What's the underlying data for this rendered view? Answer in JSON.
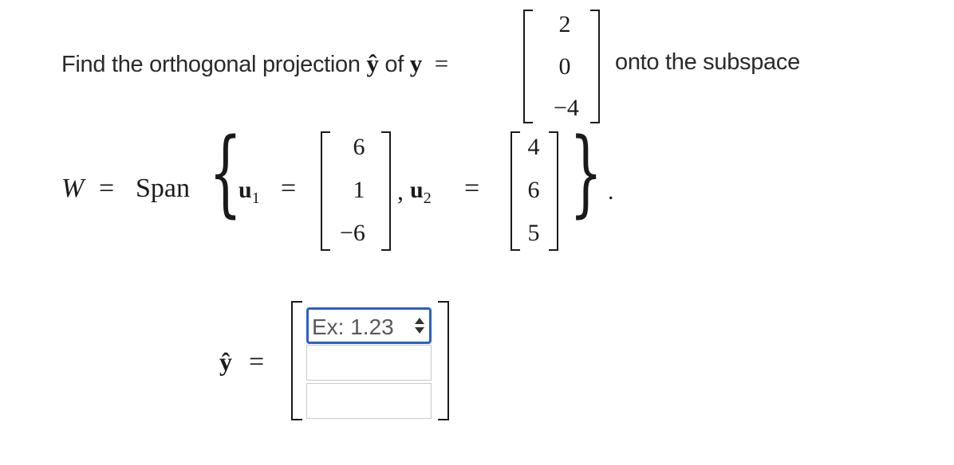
{
  "prompt": {
    "intro": "Find the orthogonal projection ",
    "yhat": "ŷ",
    "of": " of ",
    "y": "y",
    "equals": "=",
    "onto": "onto the subspace"
  },
  "y_vector": [
    "2",
    "0",
    "−4"
  ],
  "subspace": {
    "W": "W",
    "equals": "=",
    "span": "Span",
    "u1_label": "u",
    "u1_sub": "1",
    "u1_equals": "=",
    "u1": [
      "6",
      "1",
      "−6"
    ],
    "comma": ",",
    "u2_label": "u",
    "u2_sub": "2",
    "u2_equals": "=",
    "u2": [
      "4",
      "6",
      "5"
    ],
    "period": "."
  },
  "answer": {
    "label": "ŷ",
    "equals": "=",
    "inputs": [
      {
        "placeholder": "Ex: 1.23",
        "value": ""
      },
      {
        "placeholder": "",
        "value": ""
      },
      {
        "placeholder": "",
        "value": ""
      }
    ]
  }
}
